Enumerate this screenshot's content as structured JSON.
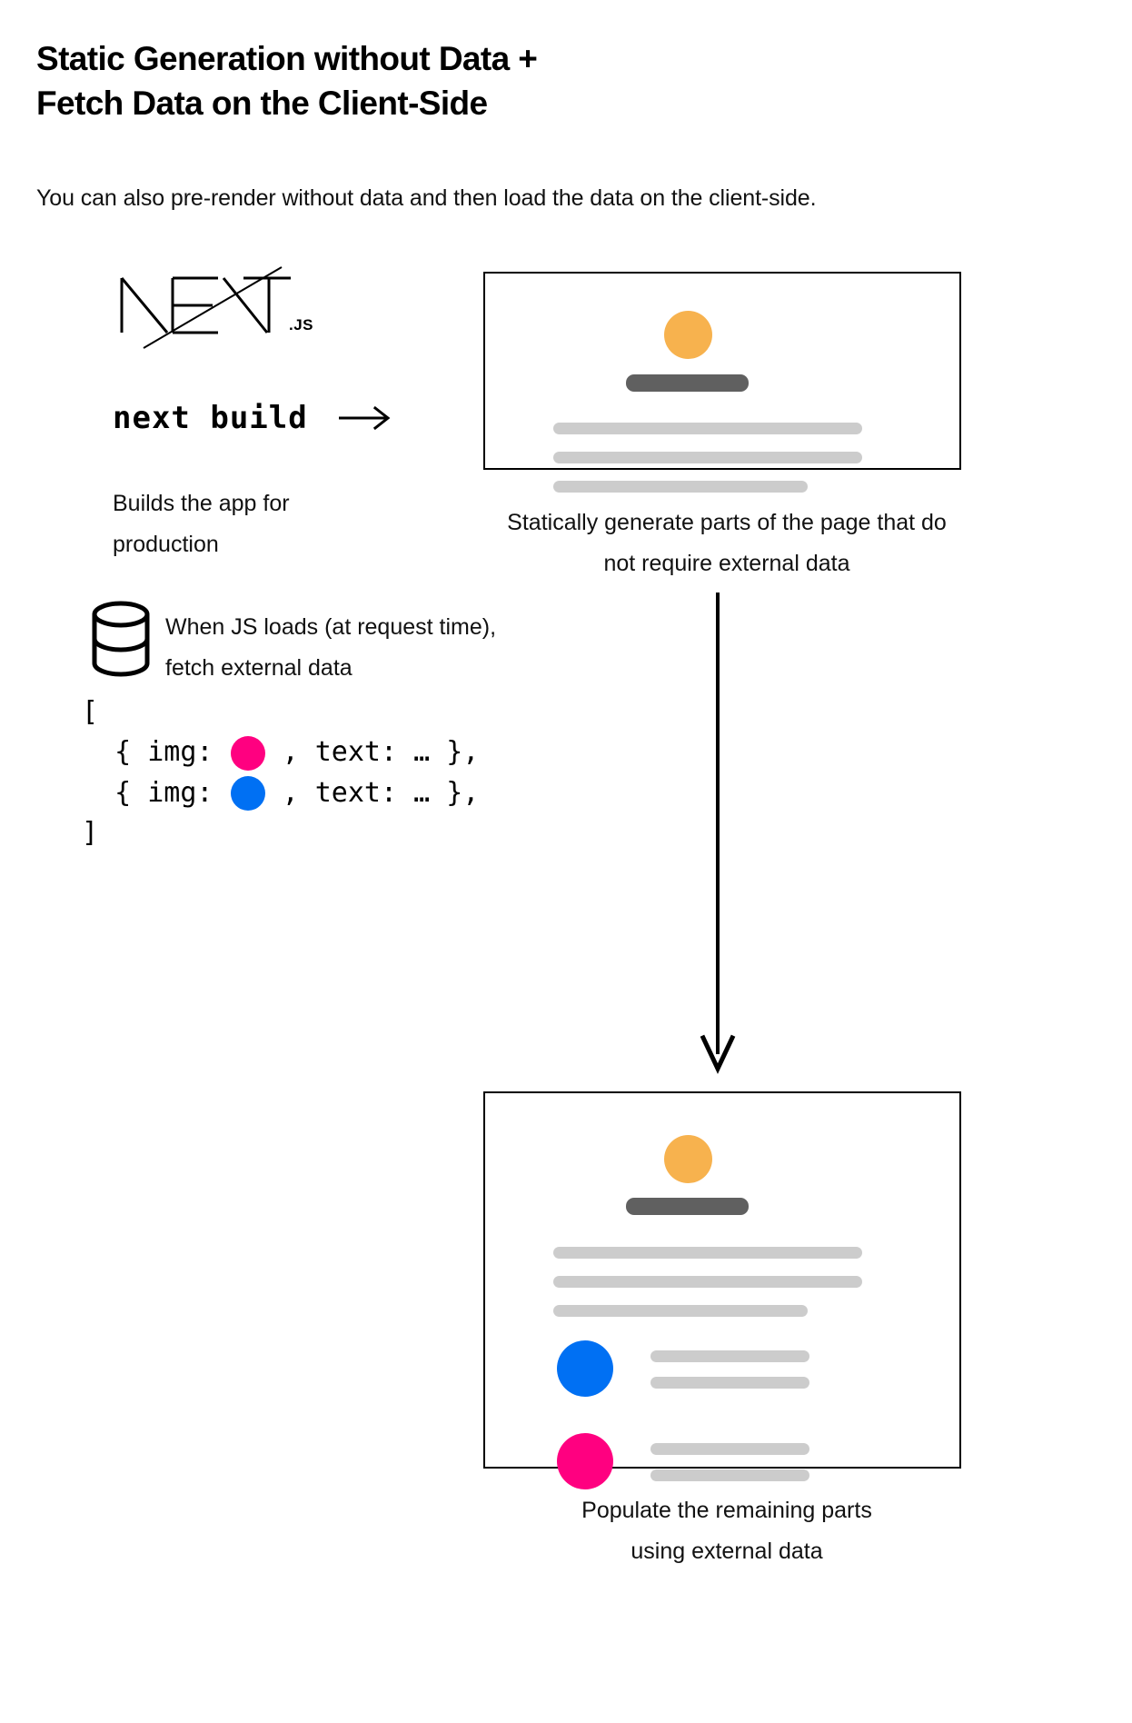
{
  "header": {
    "title": "Static Generation without Data +\nFetch Data on the Client-Side",
    "subtitle": "You can also pre-render without data and then load the data on the client-side."
  },
  "build_step": {
    "logo_text": "NEXT",
    "logo_suffix": ".JS",
    "command": "next build",
    "arrow_icon": "right-arrow-icon",
    "caption": "Builds the app for production"
  },
  "flow": {
    "static_caption": "Statically generate parts of the page that do\nnot require external data",
    "fetch_note": "When JS loads (at request time),\nfetch external data",
    "database_icon": "database-cylinder-icon",
    "down_arrow_icon": "down-arrow-icon",
    "populate_caption": "Populate the remaining parts\nusing external data"
  },
  "code_block": {
    "open_bracket": "[",
    "close_bracket": "]",
    "lines": [
      {
        "prefix": "  { img: ",
        "suffix": " , text: … },",
        "swatch_color": "#FF0080",
        "swatch_name": "pink-circle-swatch"
      },
      {
        "prefix": "  { img: ",
        "suffix": " , text: … },",
        "swatch_color": "#0070F3",
        "swatch_name": "blue-circle-swatch"
      }
    ]
  },
  "colors": {
    "avatar_orange": "#F7B24E",
    "heading_bar_gray": "#606060",
    "text_line_gray": "#cccccc",
    "pink": "#FF0080",
    "blue": "#0070F3",
    "outline_black": "#000000"
  },
  "mock_page_1": {
    "name": "static-generated-page-preview",
    "avatar_color": "#F7B24E",
    "title_bar": true,
    "text_lines": 3
  },
  "mock_page_2": {
    "name": "hydrated-page-preview",
    "avatar_color": "#F7B24E",
    "title_bar": true,
    "text_lines": 3,
    "list_items": [
      {
        "dot_color": "#0070F3",
        "lines": 2
      },
      {
        "dot_color": "#FF0080",
        "lines": 2
      }
    ]
  }
}
